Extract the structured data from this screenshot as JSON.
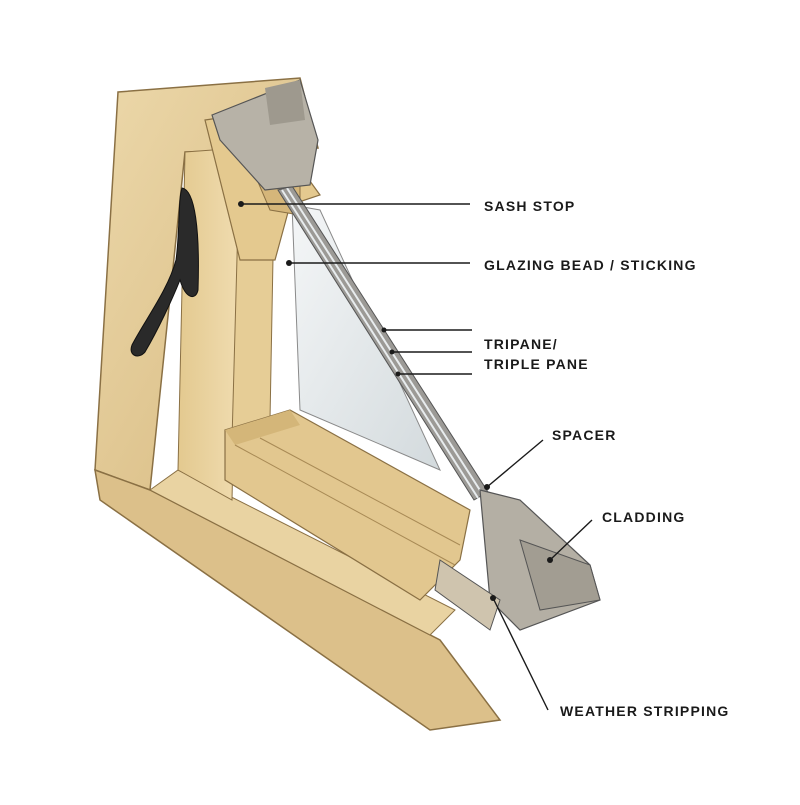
{
  "callouts": {
    "sash_stop": "SASH STOP",
    "glazing_bead": "GLAZING BEAD / STICKING",
    "tripane_line1": "TRIPANE/",
    "tripane_line2": "TRIPLE PANE",
    "spacer": "SPACER",
    "cladding": "CLADDING",
    "weather_stripping": "WEATHER STRIPPING"
  },
  "colors": {
    "wood_light": "#e8d4a4",
    "wood_mid": "#d9bf86",
    "wood_dark": "#c9a86b",
    "cladding": "#a9a49a",
    "glass": "#dde3e6",
    "handle": "#2a2a2a",
    "leader": "#1a1a1a"
  }
}
